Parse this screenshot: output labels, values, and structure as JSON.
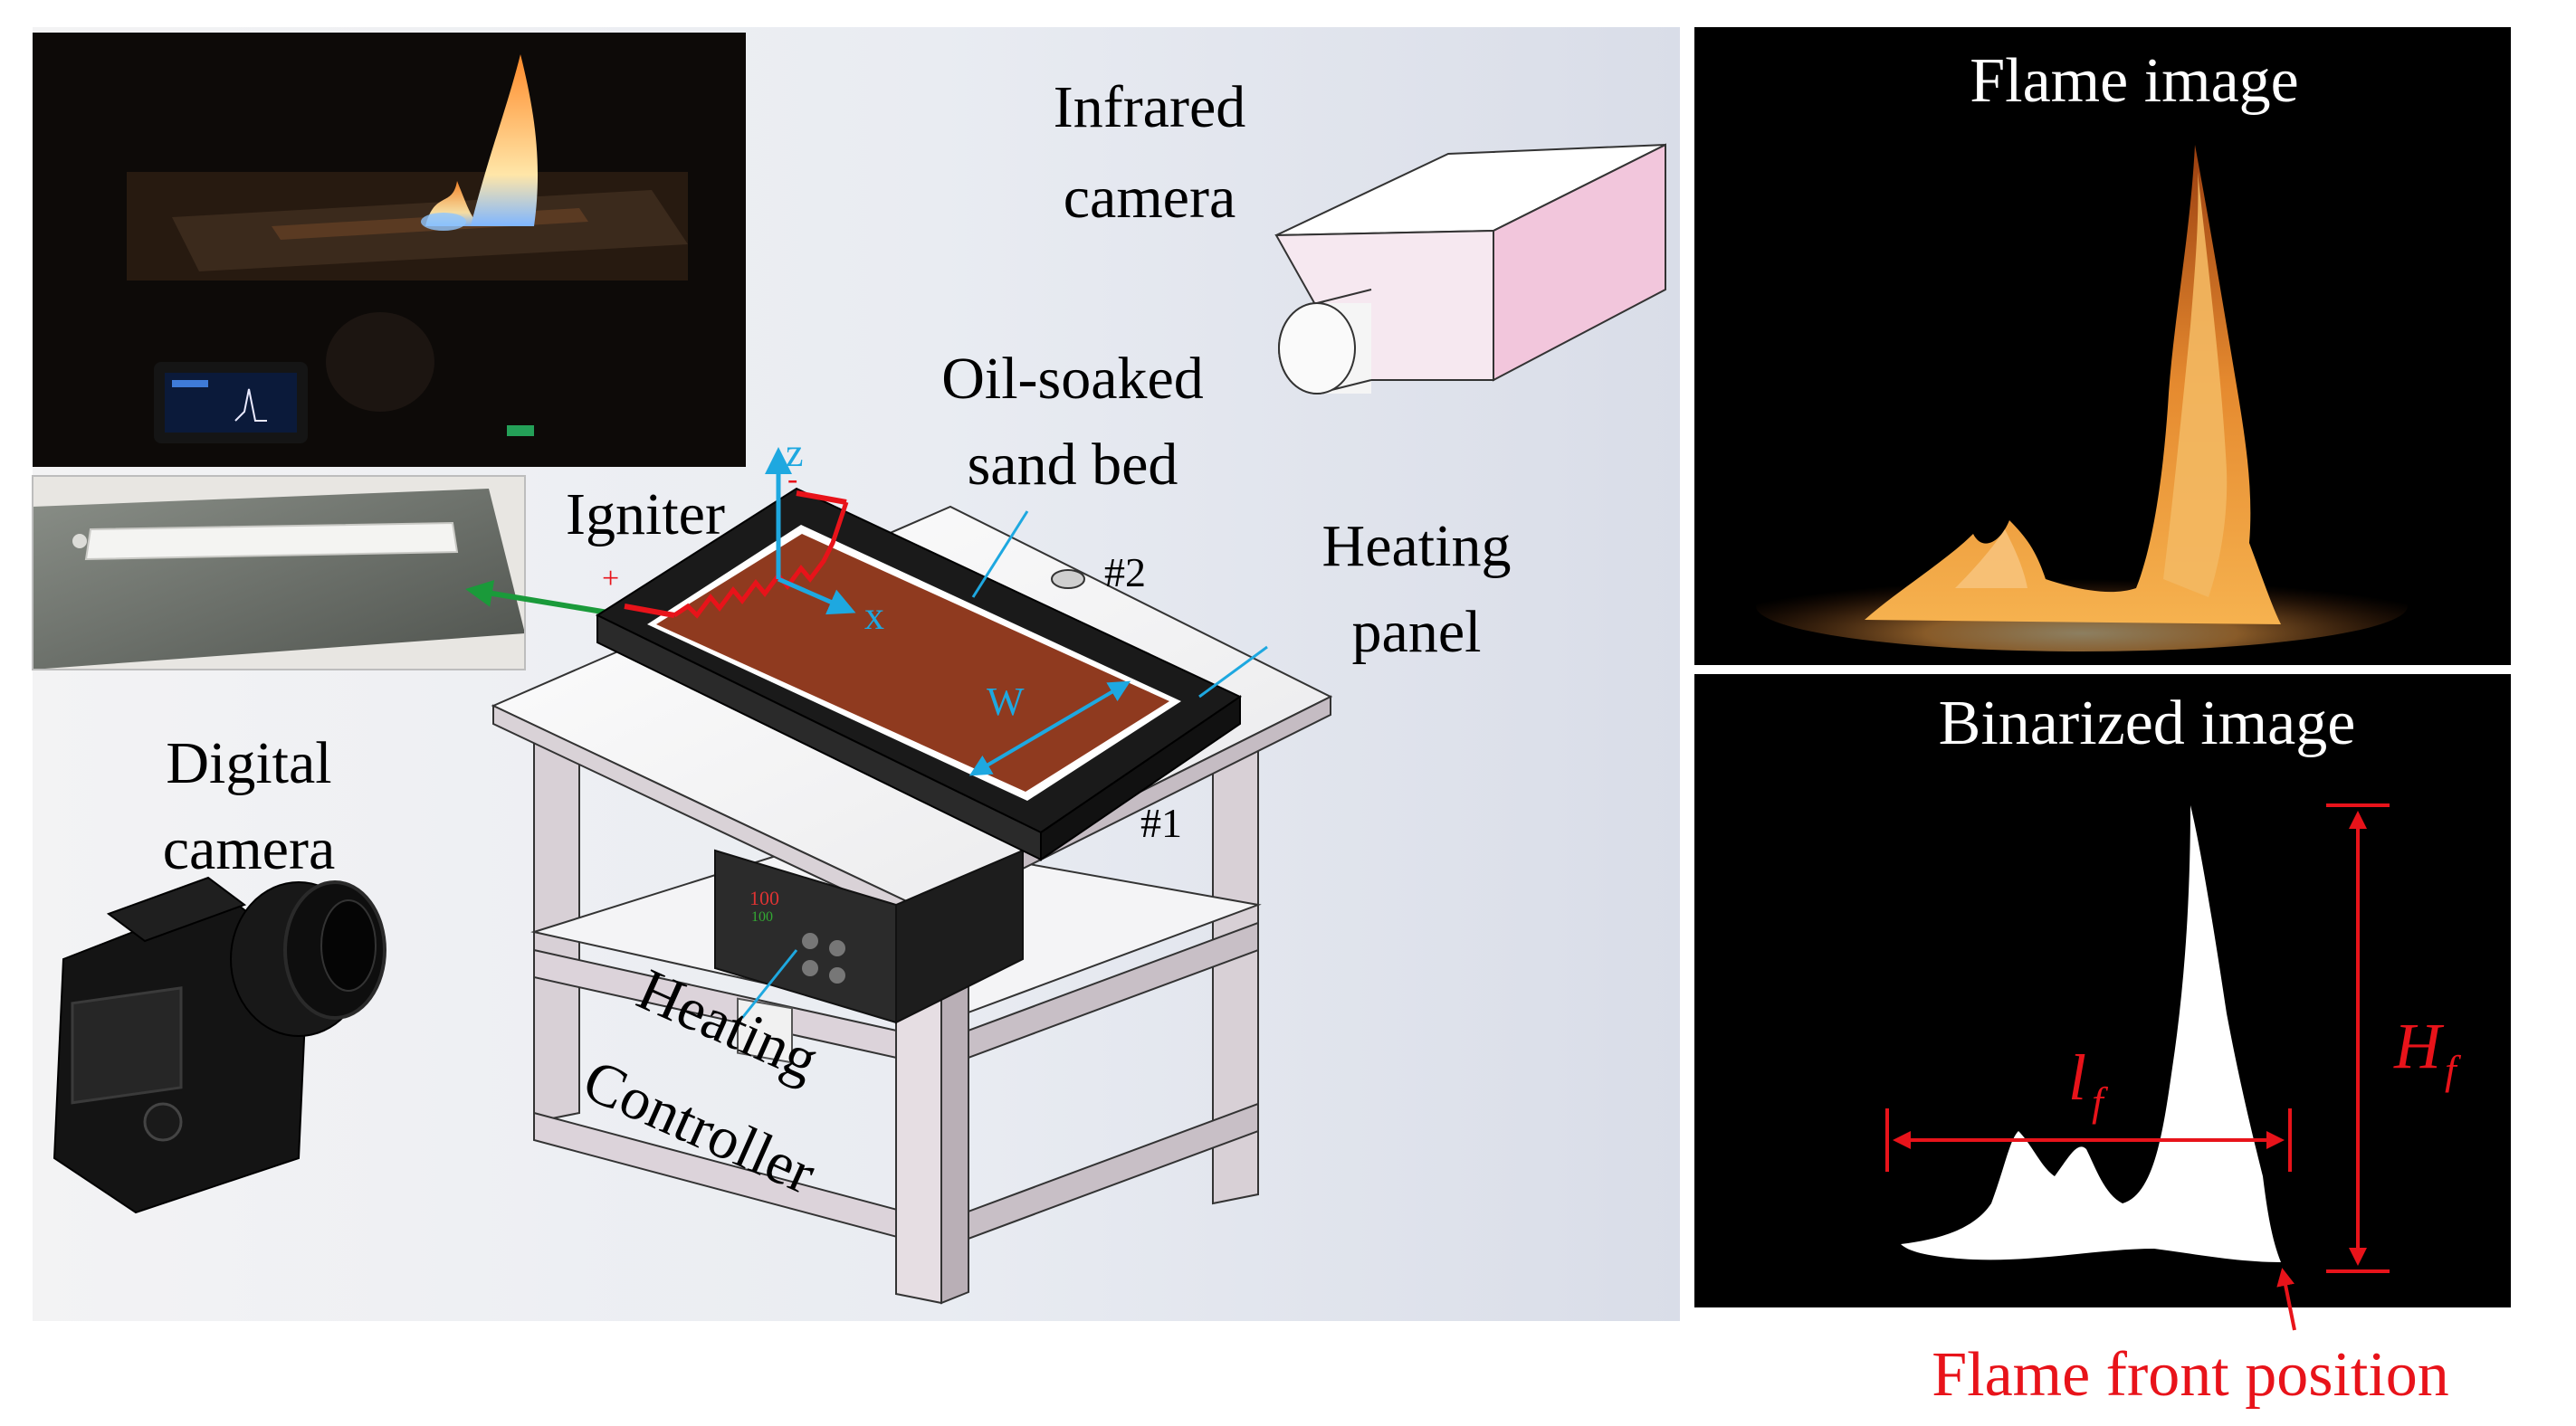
{
  "labels": {
    "infrared_camera_line1": "Infrared",
    "infrared_camera_line2": "camera",
    "oil_soaked_line1": "Oil-soaked",
    "oil_soaked_line2": "sand bed",
    "igniter": "Igniter",
    "heating_panel_line1": "Heating",
    "heating_panel_line2": "panel",
    "digital_camera_line1": "Digital",
    "digital_camera_line2": "camera",
    "heating_controller_line1": "Heating",
    "heating_controller_line2": "Controller",
    "axis_z": "z",
    "axis_x": "x",
    "width_symbol": "W",
    "thermocouple_1": "#1",
    "thermocouple_2": "#2",
    "igniter_plus": "+",
    "igniter_minus": "-",
    "controller_display_top": "100",
    "controller_display_bottom": "100"
  },
  "panels": {
    "flame_image_title": "Flame image",
    "binarized_image_title": "Binarized image",
    "flame_front_position": "Flame front position",
    "length_symbol_main": "l",
    "length_symbol_sub": "f",
    "height_symbol_main": "H",
    "height_symbol_sub": "f"
  },
  "colors": {
    "accent_blue": "#1ea8e0",
    "annotation_red": "#e8131a",
    "arrow_green": "#1a9a3a",
    "sand_bed": "#8f3a1f",
    "frame_black": "#1a1a1a",
    "camera_pink": "#f2c6dc"
  }
}
